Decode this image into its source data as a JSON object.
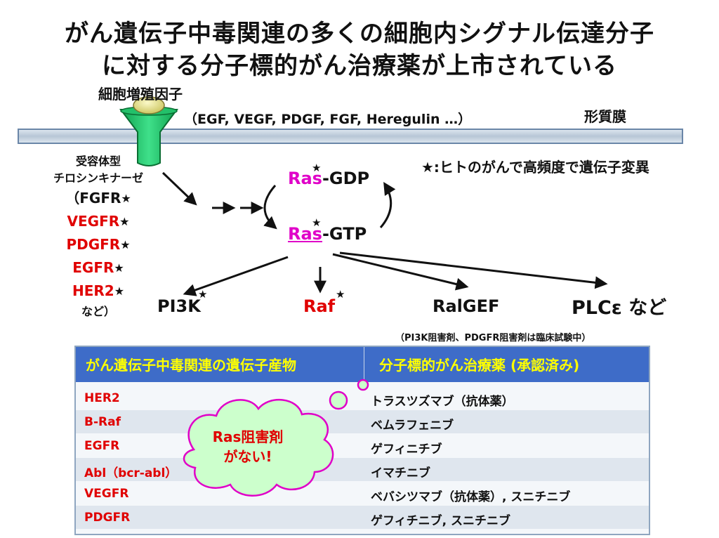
{
  "title": {
    "line1": "がん遺伝子中毒関連の多くの細胞内シグナル伝達分子",
    "line2": "に対する分子標的がん治療薬が上市されている"
  },
  "growth_factor": {
    "label": "細胞増殖因子",
    "ligands": "（EGF, VEGF, PDGF, FGF, Heregulin …）"
  },
  "membrane_label": "形質膜",
  "legend": "★:ヒトのがんで高頻度で遺伝子変異",
  "star": "★",
  "receptor": {
    "label_line1": "受容体型",
    "label_line2": "チロシンキナーゼ",
    "open_paren": "（",
    "items": [
      {
        "name": "FGFR",
        "color": "#111111"
      },
      {
        "name": "VEGFR",
        "color": "#e00000"
      },
      {
        "name": "PDGFR",
        "color": "#e00000"
      },
      {
        "name": "EGFR",
        "color": "#e00000"
      },
      {
        "name": "HER2",
        "color": "#e00000"
      }
    ],
    "nado": "など）"
  },
  "ras": {
    "name": "Ras",
    "gdp_suffix": "-GDP",
    "gtp_suffix": "-GTP"
  },
  "effectors": {
    "pi3k": "PI3K",
    "raf": "Raf",
    "ralgef": "RalGEF",
    "plc": "PLCε など"
  },
  "trial_note": "（PI3K阻害剤、PDGFR阻害剤は臨床試験中）",
  "table": {
    "header_left": "がん遺伝子中毒関連の遺伝子産物",
    "header_right": "分子標的がん治療薬 (承認済み)",
    "rows": [
      {
        "product": "HER2",
        "drug": "トラスツズマブ（抗体薬）"
      },
      {
        "product": "B-Raf",
        "drug": "ベムラフェニブ"
      },
      {
        "product": "EGFR",
        "drug": "ゲフィニチブ"
      },
      {
        "product": "Abl（bcr-abl）",
        "drug": "イマチニブ"
      },
      {
        "product": "VEGFR",
        "drug": "ベバシツマブ（抗体薬）, スニチニブ"
      },
      {
        "product": "PDGFR",
        "drug": "ゲフィチニブ, スニチニブ"
      }
    ]
  },
  "callout": {
    "line1": "Ras阻害剤",
    "line2": "がない!"
  },
  "colors": {
    "ras_magenta": "#e000c8",
    "red": "#e00000",
    "header_blue": "#3e6cc8",
    "header_text": "#ffff00",
    "cloud_fill": "#ccffcc",
    "cloud_border": "#e000c8",
    "receptor_green": "#1fc96a",
    "ligand_yellow": "#e8e48a"
  }
}
